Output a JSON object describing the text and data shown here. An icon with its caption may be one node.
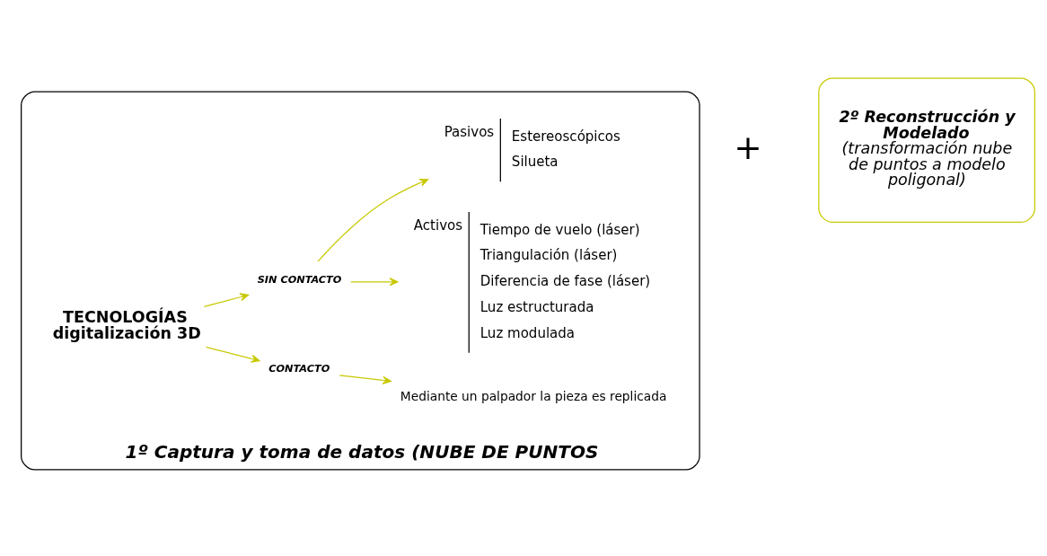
{
  "diagram": {
    "nodes": [
      {
        "text": [
          "1º Captura y toma de datos (NUBE DE PUNTOS"
        ]
      },
      {
        "text": [
          "TECNOLOGÍAS digitalización 3D"
        ],
        "in": 0
      },
      {
        "text": [
          "CONTACTO"
        ],
        "in": 0
      },
      {
        "text": [
          "Mediante un palpador la pieza es replicada"
        ],
        "in": 0
      },
      {
        "text": [
          "SIN CONTACTO"
        ],
        "in": 0
      },
      {
        "text": [
          "Activos"
        ],
        "in": 0,
        "beside": [
          "Tiempo de vuelo (láser)",
          "Triangulación (láser)",
          "Diferencia de fase (láser)",
          "Luz estructurada",
          "Luz modulada"
        ]
      },
      {
        "text": [
          "Pasivos"
        ],
        "in": 0,
        "beside": [
          "Estereoscópicos",
          "Silueta"
        ]
      },
      {
        "text": [
          "2º Reconstrucción y Modelado",
          "(transformación nube de puntos a modelo poligonal)"
        ]
      }
    ],
    "edges": [
      {
        "from": 1,
        "to": 2,
        "arrow": "to"
      },
      {
        "from": 1,
        "to": 4,
        "arrow": "to"
      },
      {
        "from": 2,
        "to": 3,
        "arrow": "to"
      },
      {
        "from": 4,
        "to": 5,
        "arrow": "to"
      },
      {
        "from": 4,
        "to": 6,
        "arrow": "to"
      }
    ],
    "labels": [
      "+"
    ]
  }
}
